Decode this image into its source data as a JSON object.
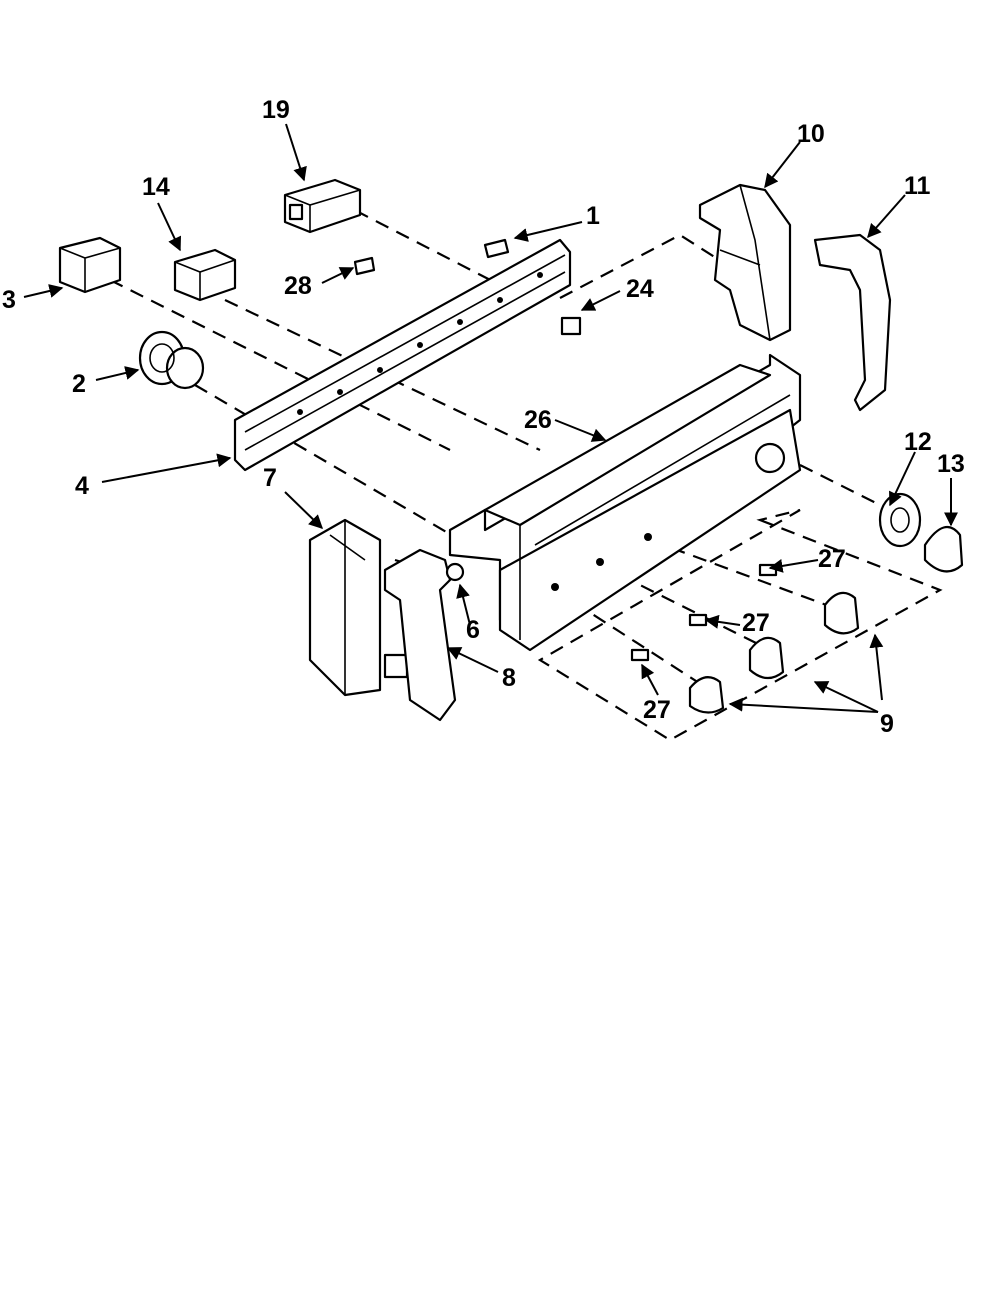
{
  "callouts": [
    {
      "id": "p1",
      "label": "1"
    },
    {
      "id": "p2",
      "label": "2"
    },
    {
      "id": "p3",
      "label": "3"
    },
    {
      "id": "p4",
      "label": "4"
    },
    {
      "id": "p6",
      "label": "6"
    },
    {
      "id": "p7",
      "label": "7"
    },
    {
      "id": "p8",
      "label": "8"
    },
    {
      "id": "p9",
      "label": "9"
    },
    {
      "id": "p10",
      "label": "10"
    },
    {
      "id": "p11",
      "label": "11"
    },
    {
      "id": "p12",
      "label": "12"
    },
    {
      "id": "p13",
      "label": "13"
    },
    {
      "id": "p14",
      "label": "14"
    },
    {
      "id": "p19",
      "label": "19"
    },
    {
      "id": "p24",
      "label": "24"
    },
    {
      "id": "p26",
      "label": "26"
    },
    {
      "id": "p27a",
      "label": "27"
    },
    {
      "id": "p27b",
      "label": "27"
    },
    {
      "id": "p27c",
      "label": "27"
    },
    {
      "id": "p28",
      "label": "28"
    }
  ]
}
